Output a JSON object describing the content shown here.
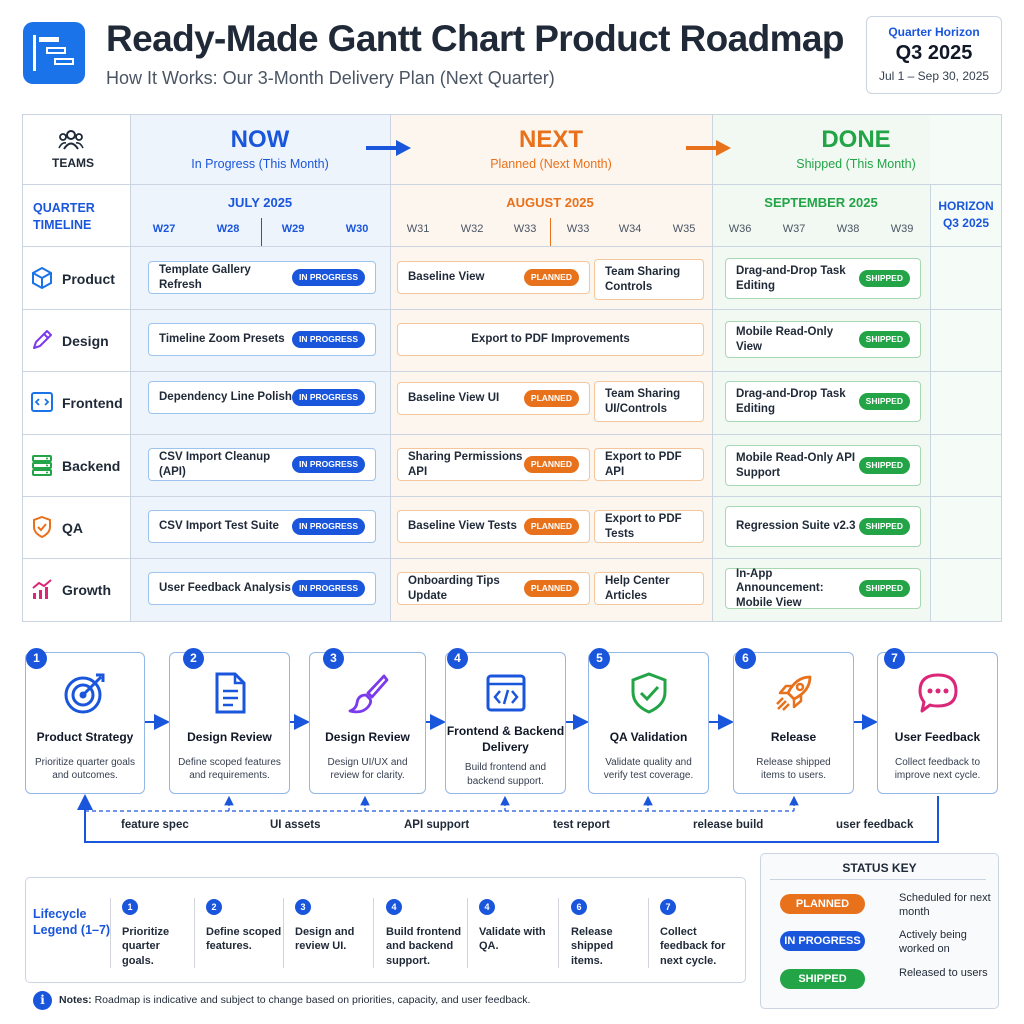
{
  "header": {
    "title": "Ready-Made Gantt Chart Product Roadmap",
    "subtitle": "How It Works: Our 3-Month Delivery Plan (Next Quarter)",
    "quarter_label": "Quarter Horizon",
    "quarter_value": "Q3 2025",
    "quarter_dates": "Jul 1 – Sep 30, 2025"
  },
  "grid": {
    "teams_header": "TEAMS",
    "timeline_label_1": "QUARTER",
    "timeline_label_2": "TIMELINE",
    "phases": {
      "now": {
        "title": "NOW",
        "sub": "In Progress (This Month)",
        "color": "#1a56db"
      },
      "next": {
        "title": "NEXT",
        "sub": "Planned (Next Month)",
        "color": "#e8711c"
      },
      "done": {
        "title": "DONE",
        "sub": "Shipped (This Month)",
        "color": "#22a447"
      }
    },
    "months": {
      "jul": "JULY 2025",
      "aug": "AUGUST 2025",
      "sep": "SEPTEMBER 2025"
    },
    "horizon_1": "HORIZON",
    "horizon_2": "Q3 2025",
    "weeks": {
      "w27": "W27",
      "w28": "W28",
      "w29": "W29",
      "w30": "W30",
      "w31": "W31",
      "w32": "W32",
      "w33a": "W33",
      "w33b": "W33",
      "w34": "W34",
      "w35": "W35",
      "w36": "W36",
      "w37": "W37",
      "w38": "W38",
      "w39": "W39"
    }
  },
  "badges": {
    "in_progress": "IN PROGRESS",
    "planned": "PLANNED",
    "shipped": "SHIPPED"
  },
  "teams": [
    {
      "name": "Product",
      "now": "Template Gallery Refresh",
      "next1": "Baseline View",
      "next2": "Team Sharing Controls",
      "done": "Drag-and-Drop Task Editing"
    },
    {
      "name": "Design",
      "now": "Timeline Zoom Presets",
      "next1": "Export to PDF Improvements",
      "done": "Mobile Read-Only View"
    },
    {
      "name": "Frontend",
      "now": "Dependency Line Polish",
      "next1": "Baseline View UI",
      "next2": "Team Sharing UI/Controls",
      "done": "Drag-and-Drop Task Editing"
    },
    {
      "name": "Backend",
      "now": "CSV Import Cleanup (API)",
      "next1": "Sharing Permissions API",
      "next2": "Export to PDF API",
      "done": "Mobile Read-Only API Support"
    },
    {
      "name": "QA",
      "now": "CSV Import Test Suite",
      "next1": "Baseline View Tests",
      "next2": "Export to PDF Tests",
      "done": "Regression Suite v2.3"
    },
    {
      "name": "Growth",
      "now": "User Feedback Analysis",
      "next1": "Onboarding Tips Update",
      "next2": "Help Center Articles",
      "done": "In-App Announcement: Mobile View"
    }
  ],
  "flow": [
    {
      "num": "1",
      "title": "Product Strategy",
      "desc": "Prioritize quarter goals and outcomes.",
      "icon": "target-icon"
    },
    {
      "num": "2",
      "title": "Design Review",
      "desc": "Define scoped features and requirements.",
      "icon": "document-icon"
    },
    {
      "num": "3",
      "title": "Design Review",
      "desc": "Design UI/UX and review for clarity.",
      "icon": "brush-icon"
    },
    {
      "num": "4",
      "title": "Frontend & Backend Delivery",
      "desc": "Build frontend and backend support.",
      "icon": "code-icon"
    },
    {
      "num": "5",
      "title": "QA Validation",
      "desc": "Validate quality and verify test coverage.",
      "icon": "shield-check-icon"
    },
    {
      "num": "6",
      "title": "Release",
      "desc": "Release shipped items to users.",
      "icon": "rocket-icon"
    },
    {
      "num": "7",
      "title": "User Feedback",
      "desc": "Collect feedback to improve next cycle.",
      "icon": "chat-icon"
    }
  ],
  "feedback_labels": [
    "feature spec",
    "UI assets",
    "API support",
    "test report",
    "release build",
    "user feedback"
  ],
  "legend": {
    "title_1": "Lifecycle",
    "title_2": "Legend (1–7)",
    "items": [
      {
        "num": "1",
        "text": "Prioritize quarter goals."
      },
      {
        "num": "2",
        "text": "Define scoped features."
      },
      {
        "num": "3",
        "text": "Design and review UI."
      },
      {
        "num": "4",
        "text": "Build frontend and backend support."
      },
      {
        "num": "4",
        "text": "Validate with QA."
      },
      {
        "num": "6",
        "text": "Release shipped items."
      },
      {
        "num": "7",
        "text": "Collect feedback for next cycle."
      }
    ]
  },
  "status_key": {
    "title": "STATUS KEY",
    "items": [
      {
        "label": "PLANNED",
        "desc": "Scheduled for next month",
        "color": "#e8711c"
      },
      {
        "label": "IN PROGRESS",
        "desc": "Actively being worked on",
        "color": "#1a56db"
      },
      {
        "label": "SHIPPED",
        "desc": "Released to users",
        "color": "#22a447"
      }
    ]
  },
  "notes": {
    "label": "Notes:",
    "text": "Roadmap is indicative and subject to change based on priorities, capacity, and user feedback."
  }
}
